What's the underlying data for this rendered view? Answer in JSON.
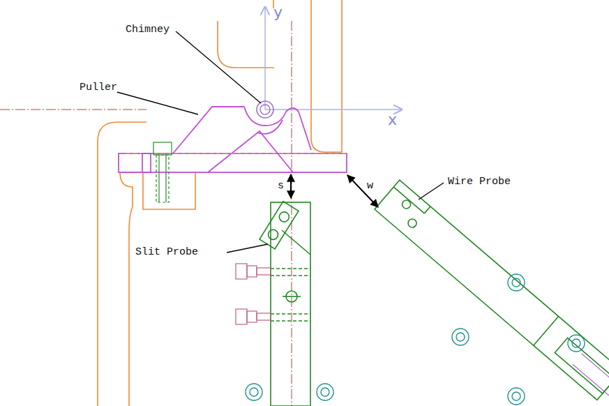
{
  "diagram": {
    "labels": [
      "y",
      "x",
      "Chimney",
      "Puller",
      "s",
      "w",
      "Wire Probe",
      "Slit Probe"
    ]
  }
}
